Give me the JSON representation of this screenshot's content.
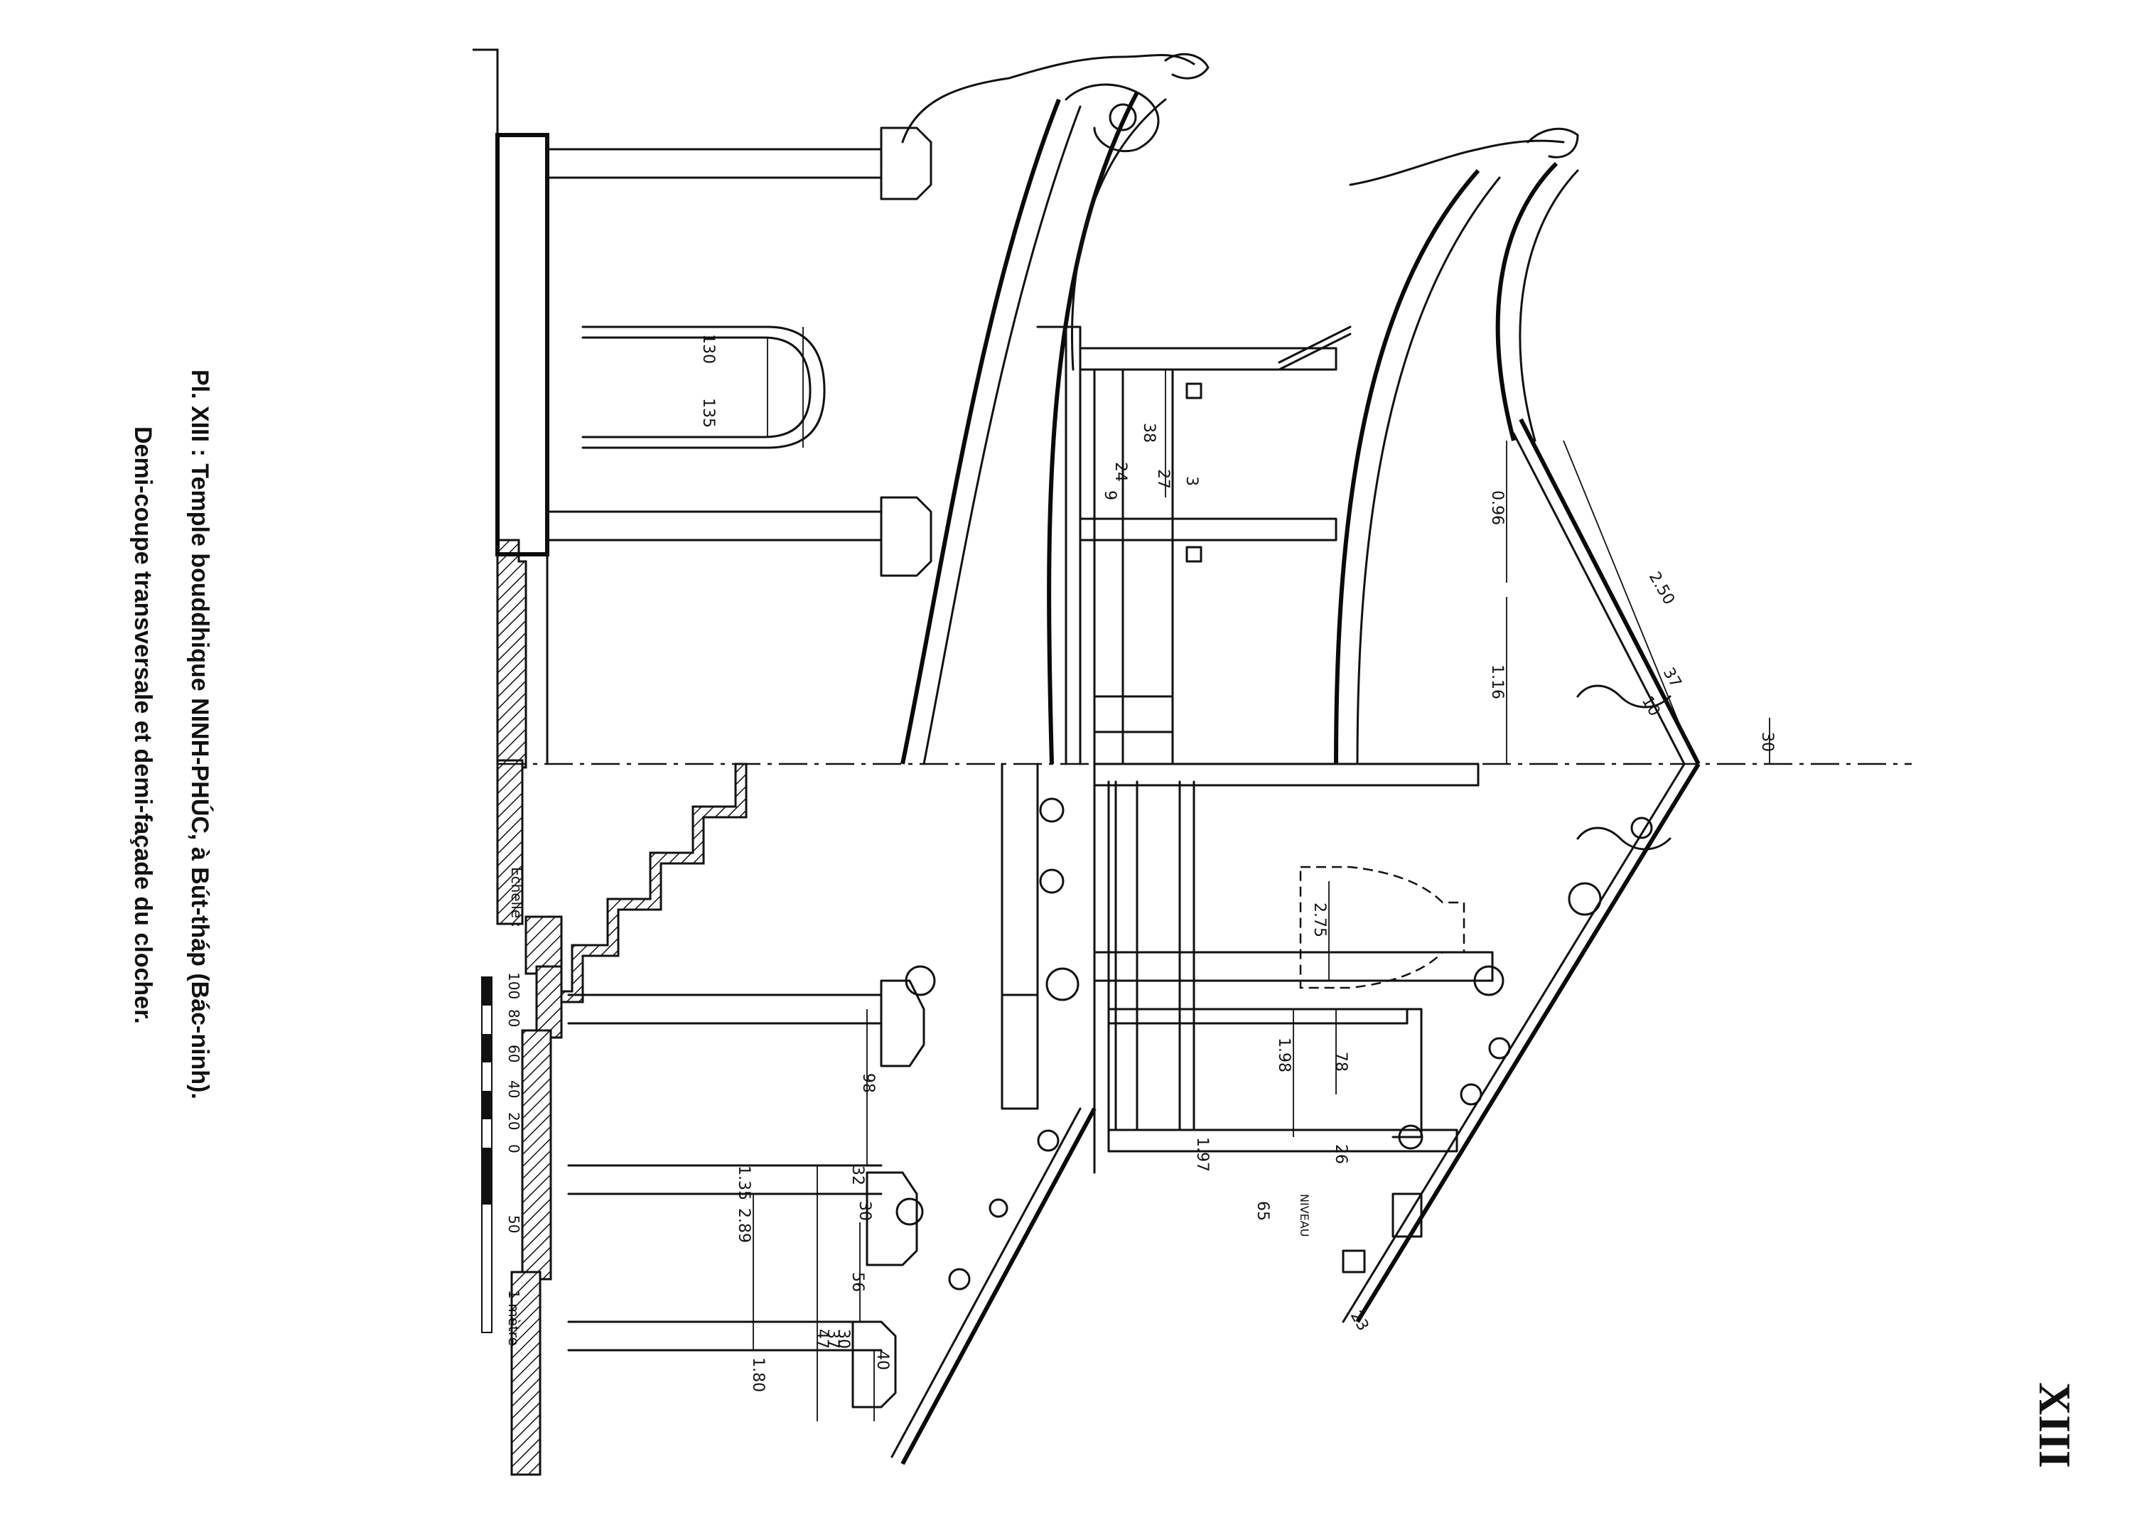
{
  "caption": {
    "title": "Pl. XIII : Temple bouddhique NINH-PHÚC, à Bút-tháp (Bác-ninh).",
    "subtitle": "Demi-coupe transversale et demi-façade du clocher."
  },
  "plate_number": "XIII",
  "scale": {
    "label": "Echelle :",
    "ticks": [
      "100",
      "80",
      "60",
      "40",
      "20",
      "0",
      "50",
      "1 mètre"
    ]
  },
  "dimensions": {
    "d130": "130",
    "d135": "135",
    "d38": "38",
    "d27": "27",
    "d24": "24",
    "d9": "9",
    "d3": "3",
    "d096": "0.96",
    "d116": "1.16",
    "d250": "2.50",
    "d37": "37",
    "d10": "10",
    "d30a": "30",
    "d275": "2.75",
    "d198": "1.98",
    "d78": "78",
    "d98": "98",
    "d197": "1.97",
    "d26": "26",
    "d65": "65",
    "d23": "23",
    "d135b": "1.35",
    "d289": "2.89",
    "d32": "32",
    "d30b": "30",
    "d56": "56",
    "d47": "47",
    "d37b": "37",
    "d30c": "30",
    "d40": "40",
    "d180": "1.80",
    "niveau": "NIVEAU"
  }
}
